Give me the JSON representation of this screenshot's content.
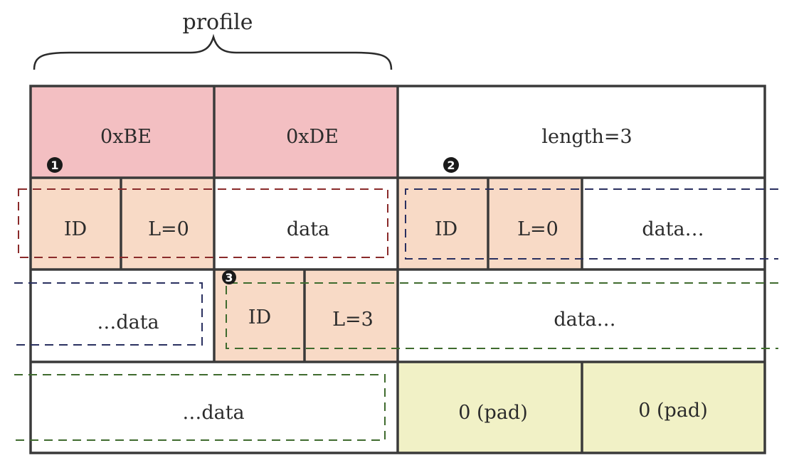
{
  "diagram": {
    "title": "profile",
    "row1": {
      "magic_hi": "0xBE",
      "magic_lo": "0xDE",
      "length": "length=3"
    },
    "row2": {
      "id_a": "ID",
      "len_a": "L=0",
      "data_a": "data",
      "id_b": "ID",
      "len_b": "L=0",
      "data_b": "data…"
    },
    "row3": {
      "data_cont": "…data",
      "id_c": "ID",
      "len_c": "L=3",
      "data_c": "data…"
    },
    "row4": {
      "data_cont": "…data",
      "pad_1": "0 (pad)",
      "pad_2": "0 (pad)"
    },
    "badges": [
      "1",
      "2",
      "3"
    ]
  },
  "colors": {
    "header_fill": "#f3bfc2",
    "field_fill": "#f8dac6",
    "pad_fill": "#f1f1c6",
    "grid_line": "#3a3a3a",
    "element1_outline": "#8a2a2a",
    "element2_outline": "#2a3060",
    "element3_outline": "#3f6b2e"
  }
}
